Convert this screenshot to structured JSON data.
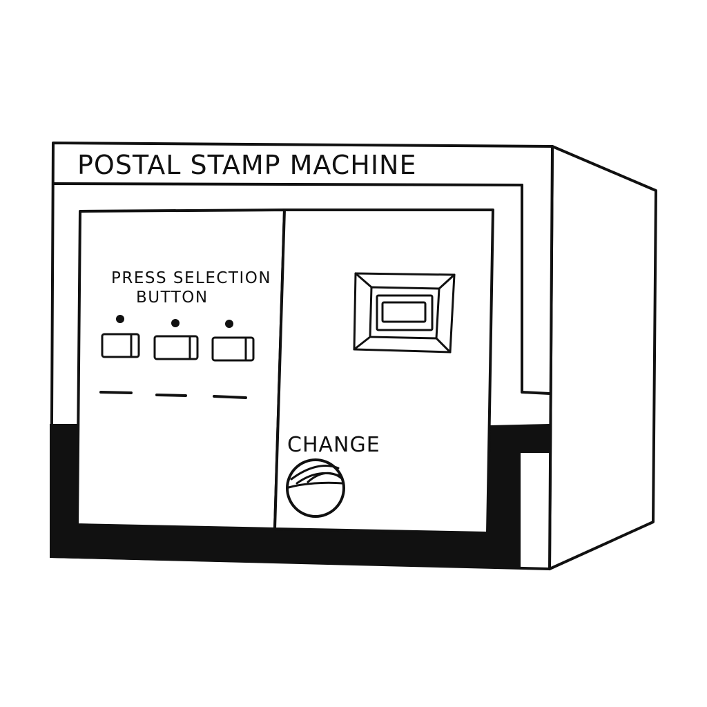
{
  "machine": {
    "title": "POSTAL STAMP MACHINE",
    "instruction_line1": "PRESS SELECTION",
    "instruction_line2": "BUTTON",
    "change_label": "CHANGE",
    "selection_buttons": [
      {
        "name": "selection-button-1"
      },
      {
        "name": "selection-button-2"
      },
      {
        "name": "selection-button-3"
      }
    ]
  },
  "colors": {
    "ink": "#111111",
    "background": "#ffffff"
  }
}
